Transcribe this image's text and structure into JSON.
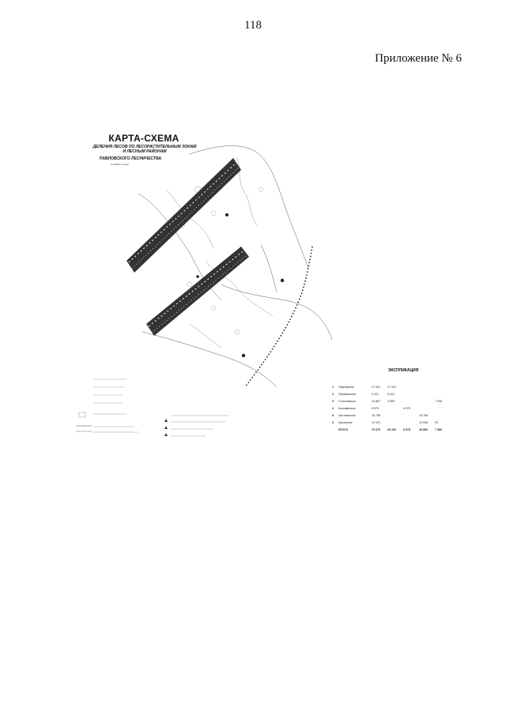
{
  "page": {
    "number": "118",
    "appendix": "Приложение № 6"
  },
  "map": {
    "title": "КАРТА-СХЕМА",
    "subtitle_lines": [
      "ДЕЛЕНИЯ ЛЕСОВ ПО ЛЕСОРАСТИТЕЛЬНЫМ ЗОНАМ",
      "И ЛЕСНЫМ РАЙОНАМ"
    ],
    "forestry": "ПАВЛОВСКОГО ЛЕСНИЧЕСТВА",
    "region": "Алтайского края",
    "explication": {
      "title": "ЭКСПЛИКАЦИЯ",
      "rows": [
        {
          "num": "1",
          "name": "Павловское",
          "v1": "17 541",
          "v2": "17 541",
          "v3": "",
          "v4": "",
          "v5": ""
        },
        {
          "num": "2",
          "name": "Прорвинское",
          "v1": "6 021",
          "v2": "6 021",
          "v3": "",
          "v4": "",
          "v5": ""
        },
        {
          "num": "3",
          "name": "Солоновское",
          "v1": "10 867",
          "v2": "3 559",
          "v3": "",
          "v4": "",
          "v5": "7 308"
        },
        {
          "num": "4",
          "name": "Колыванское",
          "v1": "6 975",
          "v2": "",
          "v3": "6 975",
          "v4": "",
          "v5": ""
        },
        {
          "num": "5",
          "name": "Чистюньское",
          "v1": "15 756",
          "v2": "",
          "v3": "",
          "v4": "15 756",
          "v5": ""
        },
        {
          "num": "6",
          "name": "Заозерное",
          "v1": "13 121",
          "v2": "",
          "v3": "",
          "v4": "13 096",
          "v5": "25"
        }
      ],
      "total": {
        "name": "ИТОГО",
        "v1": "70 670",
        "v2": "26 263",
        "v3": "6 975",
        "v4": "28 852",
        "v5": "7 580"
      }
    }
  }
}
